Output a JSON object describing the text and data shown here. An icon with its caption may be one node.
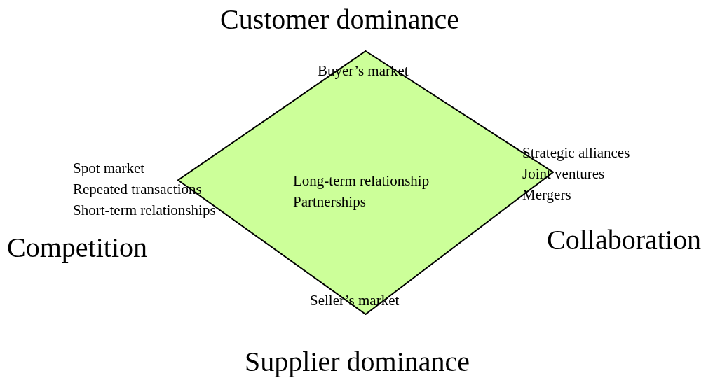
{
  "diagram": {
    "nodes": [
      {
        "text": [
          "Long-term relationship",
          "Partnerships"
        ]
      }
    ],
    "labels": [
      "Customer dominance",
      "Buyer’s market",
      "Strategic alliances",
      "Joint ventures",
      "Mergers",
      "Spot market",
      "Repeated transactions",
      "Short-term relationships",
      "Competition",
      "Collaboration",
      "Seller’s market",
      "Supplier dominance"
    ]
  }
}
